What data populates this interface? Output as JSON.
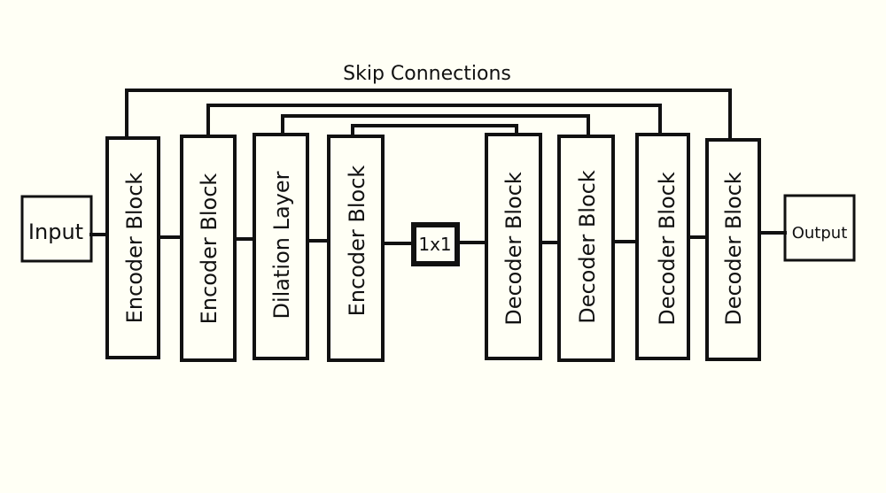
{
  "title": "Skip Connections",
  "input_label": "Input",
  "output_label": "Output",
  "bottleneck_label": "1x1",
  "blocks": [
    "Encoder Block",
    "Encoder Block",
    "Dilation Layer",
    "Encoder Block",
    "Decoder Block",
    "Decoder Block",
    "Decoder Block",
    "Decoder Block"
  ],
  "colors": {
    "background": "#fffff5",
    "stroke": "#111111"
  }
}
